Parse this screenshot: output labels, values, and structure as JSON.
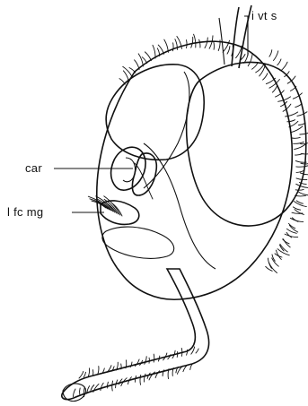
{
  "figure": {
    "labels": {
      "ivts": "i vt s",
      "car": "car",
      "lfcmg": "l fc mg"
    }
  }
}
